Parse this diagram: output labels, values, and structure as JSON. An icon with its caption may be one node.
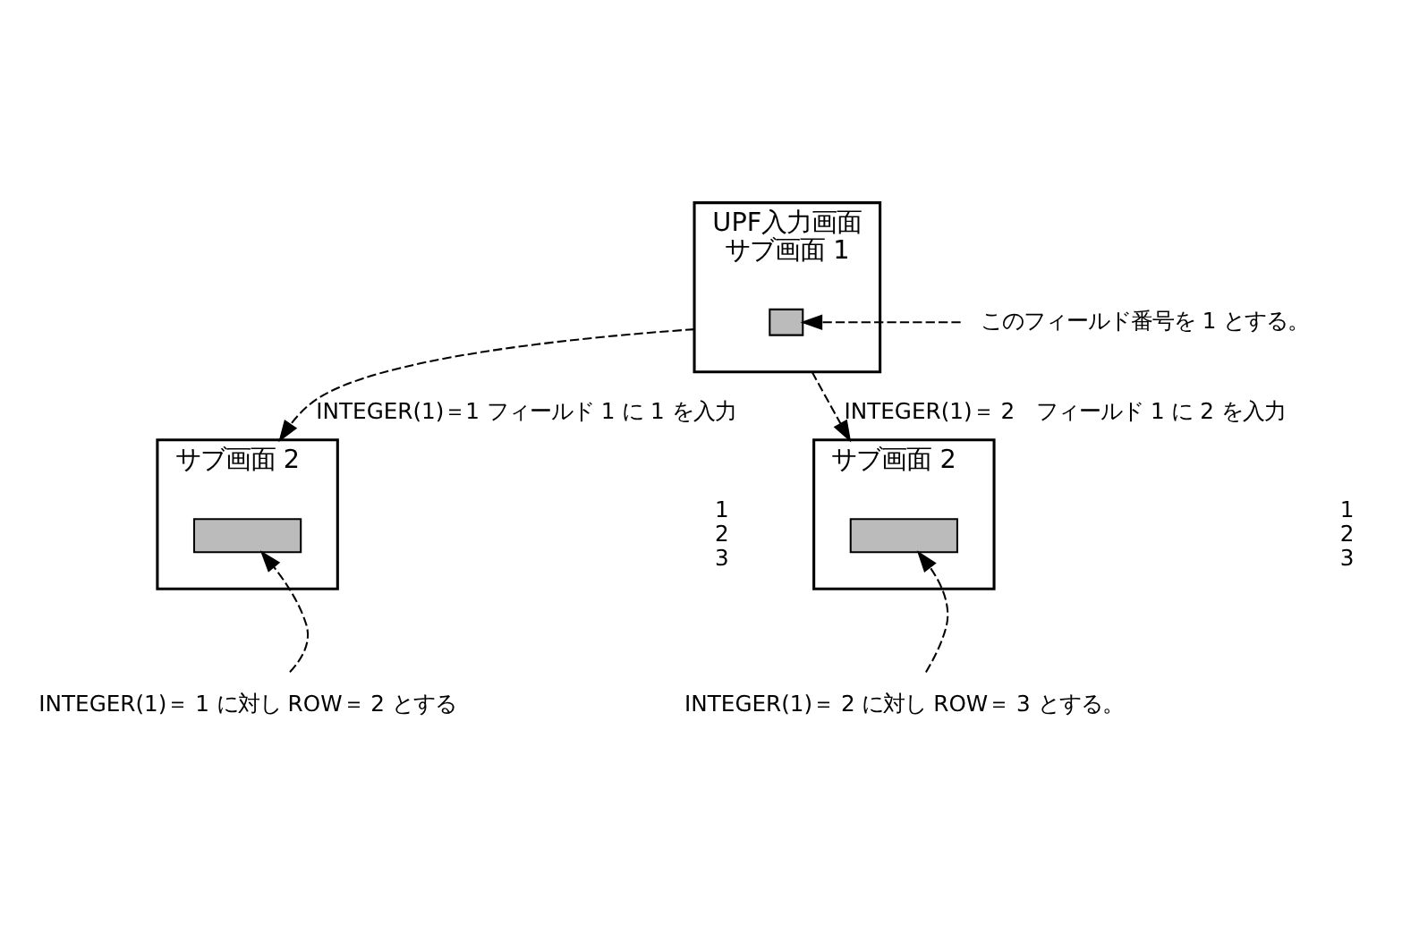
{
  "diagram": {
    "nodes": [
      {
        "text": [
          "UPF入力画面",
          "サブ画面 1"
        ]
      },
      {
        "text": [],
        "shape": "box",
        "in": 0
      },
      {
        "text": [
          "このフィールド番号を 1 とする。"
        ]
      },
      {
        "text": [
          "サブ画面 2"
        ],
        "beside": [
          "1",
          "2",
          "3"
        ]
      },
      {
        "text": [],
        "shape": "box",
        "in": 3
      },
      {
        "text": [
          "サブ画面 2"
        ],
        "beside": [
          "1",
          "2",
          "3"
        ]
      },
      {
        "text": [],
        "shape": "box",
        "in": 5
      },
      {
        "text": [
          "INTEGER(1)＝ 1 に対し ROW＝ 2 とする"
        ]
      },
      {
        "text": [
          "INTEGER(1)＝ 2 に対し ROW＝ 3 とする。"
        ]
      }
    ],
    "edges": [
      {
        "from": 2,
        "to": 1,
        "arrow": "to",
        "style": "dashed"
      },
      {
        "from": 0,
        "to": 3,
        "arrow": "to",
        "style": "dashed",
        "label": "INTEGER(1)＝1 フィールド 1 に 1 を入力"
      },
      {
        "from": 0,
        "to": 5,
        "arrow": "to",
        "style": "dashed",
        "label": "INTEGER(1)＝ 2　フィールド 1 に 2 を入力"
      },
      {
        "from": 7,
        "to": 4,
        "arrow": "to",
        "style": "dashed"
      },
      {
        "from": 8,
        "to": 6,
        "arrow": "to",
        "style": "dashed"
      }
    ]
  }
}
